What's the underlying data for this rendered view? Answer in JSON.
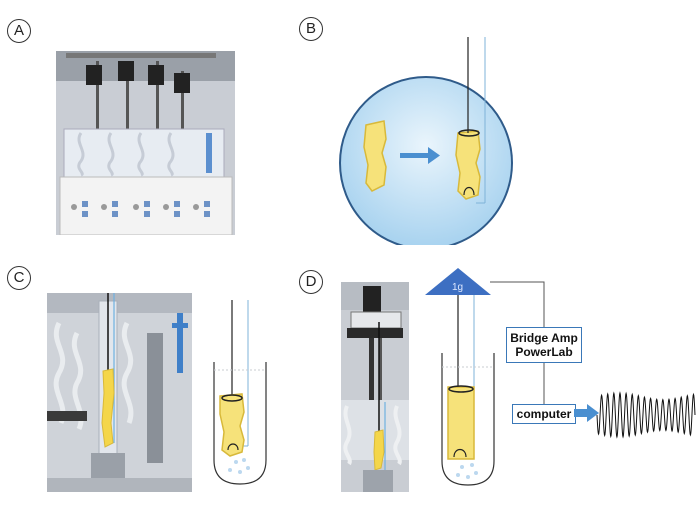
{
  "panels": {
    "a": {
      "label": "A"
    },
    "b": {
      "label": "B"
    },
    "c": {
      "label": "C"
    },
    "d": {
      "label": "D"
    }
  },
  "diagram_d": {
    "weight_label": "1g",
    "amp_line1": "Bridge Amp",
    "amp_line2": "PowerLab",
    "computer_label": "computer"
  },
  "colors": {
    "tissue": "#f6e27a",
    "tissue_stroke": "#d8b93a",
    "dish": "#b9dcf4",
    "arrow": "#4a8fd0",
    "triangle": "#3d6fc2"
  }
}
